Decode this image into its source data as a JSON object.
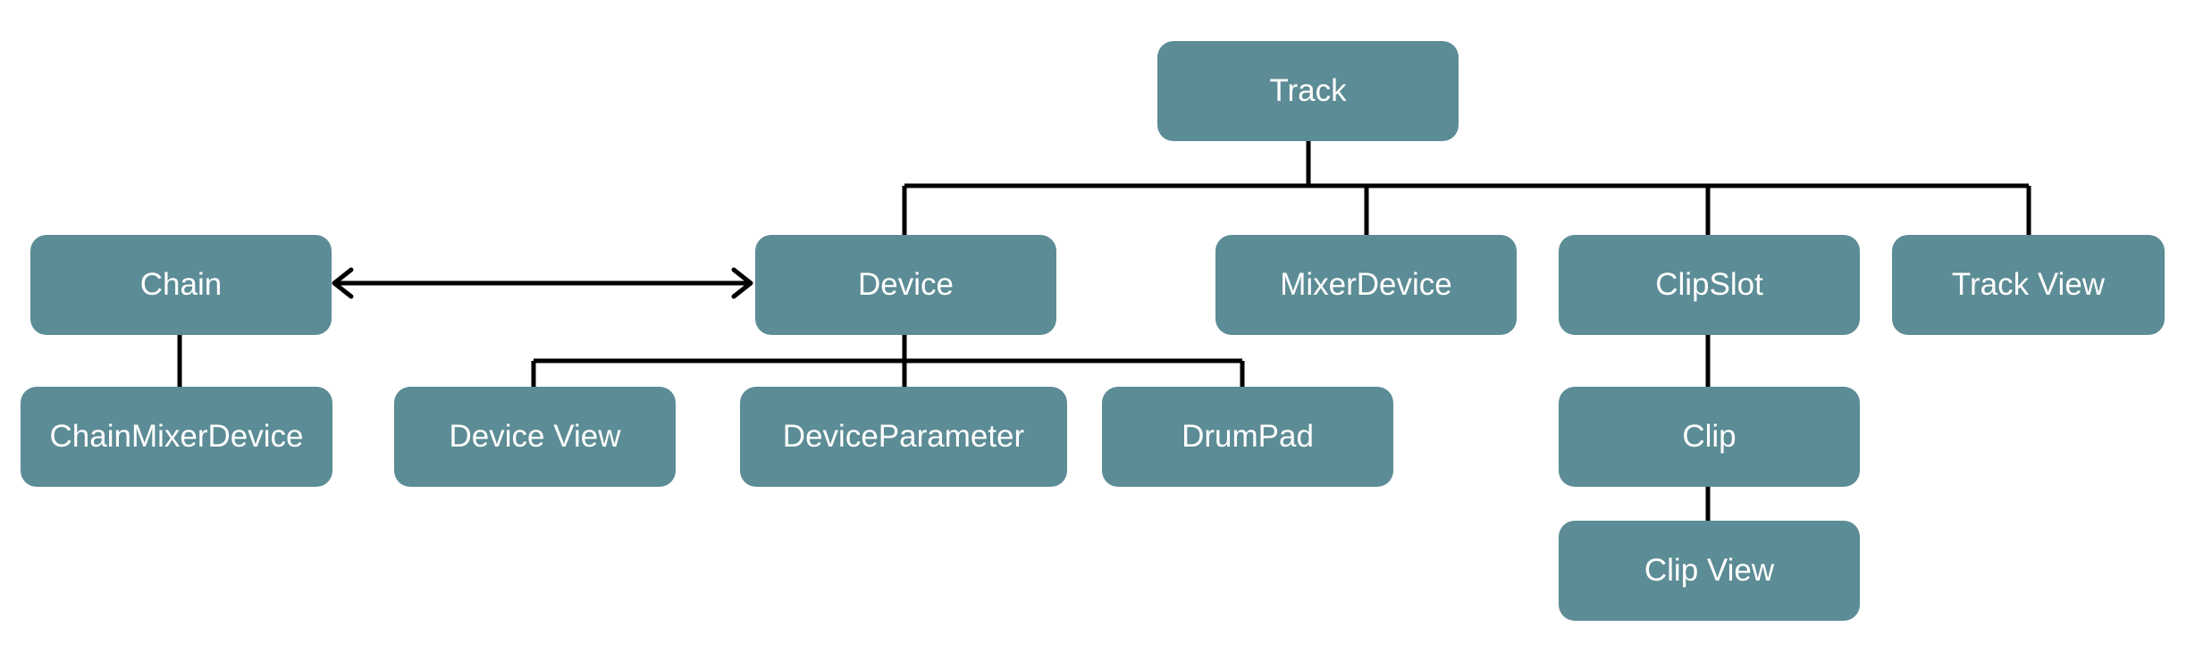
{
  "diagram": {
    "nodes": {
      "track": "Track",
      "chain": "Chain",
      "device": "Device",
      "mixer_device": "MixerDevice",
      "clip_slot": "ClipSlot",
      "track_view": "Track View",
      "chain_mixer_device": "ChainMixerDevice",
      "device_view": "Device View",
      "device_parameter": "DeviceParameter",
      "drum_pad": "DrumPad",
      "clip": "Clip",
      "clip_view": "Clip View"
    },
    "colors": {
      "node_fill": "#5c8c95",
      "node_text": "#ffffff",
      "connector": "#000000"
    }
  }
}
